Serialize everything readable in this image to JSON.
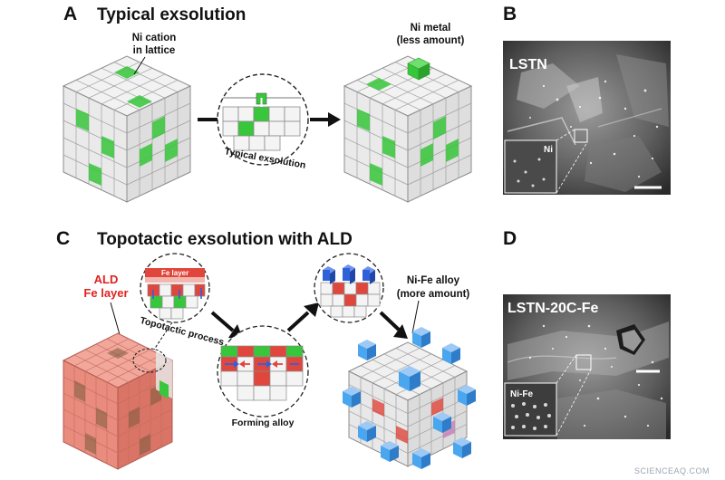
{
  "panels": {
    "a": {
      "letter": "A",
      "title": "Typical exsolution",
      "left_label_1": "Ni cation",
      "left_label_2": "in lattice",
      "right_label_1": "Ni metal",
      "right_label_2": "(less amount)",
      "circle_label": "Typical exsolution"
    },
    "b": {
      "letter": "B",
      "sem_label": "LSTN",
      "inset_label": "Ni"
    },
    "c": {
      "letter": "C",
      "title": "Topotactic exsolution with ALD",
      "ald_label_1": "ALD",
      "ald_label_2": "Fe layer",
      "fe_layer_label": "Fe layer",
      "topotactic_label": "Topotactic process",
      "forming_label": "Forming alloy",
      "alloy_label_1": "Ni-Fe alloy",
      "alloy_label_2": "(more amount)"
    },
    "d": {
      "letter": "D",
      "sem_label": "LSTN-20C-Fe",
      "inset_label": "Ni-Fe"
    }
  },
  "colors": {
    "nickel_green": "#38c63a",
    "iron_red": "#e0463c",
    "alloy_blue": "#2f62d8",
    "alloy_light_blue": "#4aa6ee",
    "label_red": "#e0221e"
  },
  "watermark": "SCIENCEAQ.COM"
}
